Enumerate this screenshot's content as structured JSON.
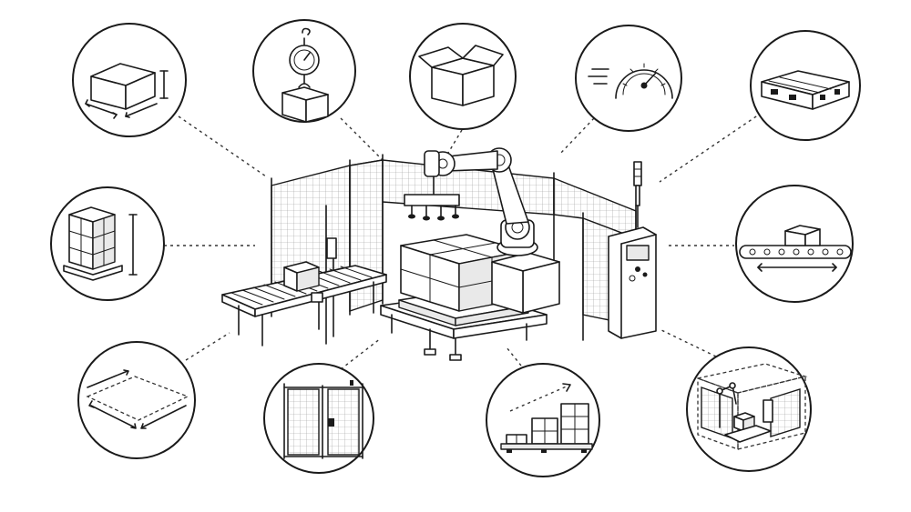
{
  "diagram": {
    "center": "robotic-palletizing-cell",
    "features": [
      {
        "id": "box-dimensions",
        "icon": "box-dimensions-icon"
      },
      {
        "id": "box-weight",
        "icon": "hanging-scale-icon"
      },
      {
        "id": "box-type",
        "icon": "open-box-icon"
      },
      {
        "id": "cycle-speed",
        "icon": "speedometer-icon"
      },
      {
        "id": "pallet-type",
        "icon": "pallet-icon"
      },
      {
        "id": "stack-height",
        "icon": "stacked-pallet-icon"
      },
      {
        "id": "infeed-conveyor",
        "icon": "conveyor-icon"
      },
      {
        "id": "floor-footprint",
        "icon": "floor-area-icon"
      },
      {
        "id": "safety-fencing",
        "icon": "safety-gate-icon"
      },
      {
        "id": "throughput-growth",
        "icon": "growth-chart-icon"
      },
      {
        "id": "cell-layout",
        "icon": "cell-layout-icon"
      }
    ],
    "colors": {
      "line": "#1a1a1a",
      "background": "#ffffff",
      "shade": "#e9e9e9"
    }
  }
}
